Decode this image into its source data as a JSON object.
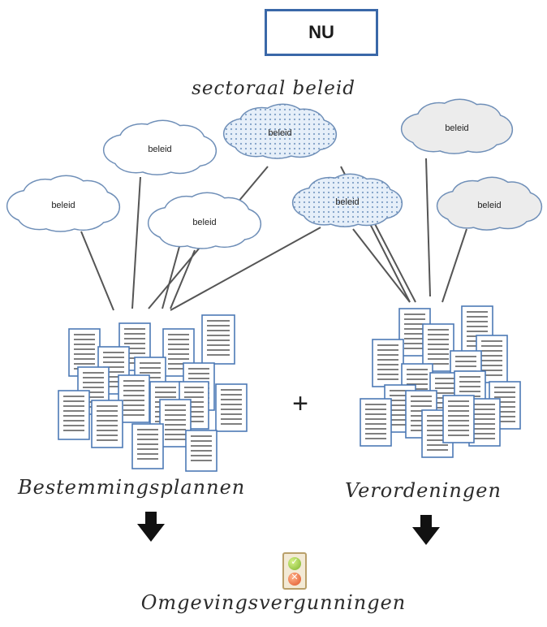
{
  "title": "NU",
  "subtitle": "sectoraal beleid",
  "cloud_label": "beleid",
  "plus_sign": "+",
  "left_stack_label": "Bestemmingsplannen",
  "right_stack_label": "Verordeningen",
  "outcome_label": "Omgevingsvergunningen",
  "traffic_light": {
    "top_symbol": "✓",
    "bottom_symbol": "✕"
  },
  "colors": {
    "title_border": "#3a68a8",
    "cloud_outline": "#6f8fb8",
    "dotted_cloud_fill": "#dbe8f6",
    "grey_cloud_fill": "#ececec",
    "document_border": "#4d79b5",
    "line": "#555555"
  }
}
